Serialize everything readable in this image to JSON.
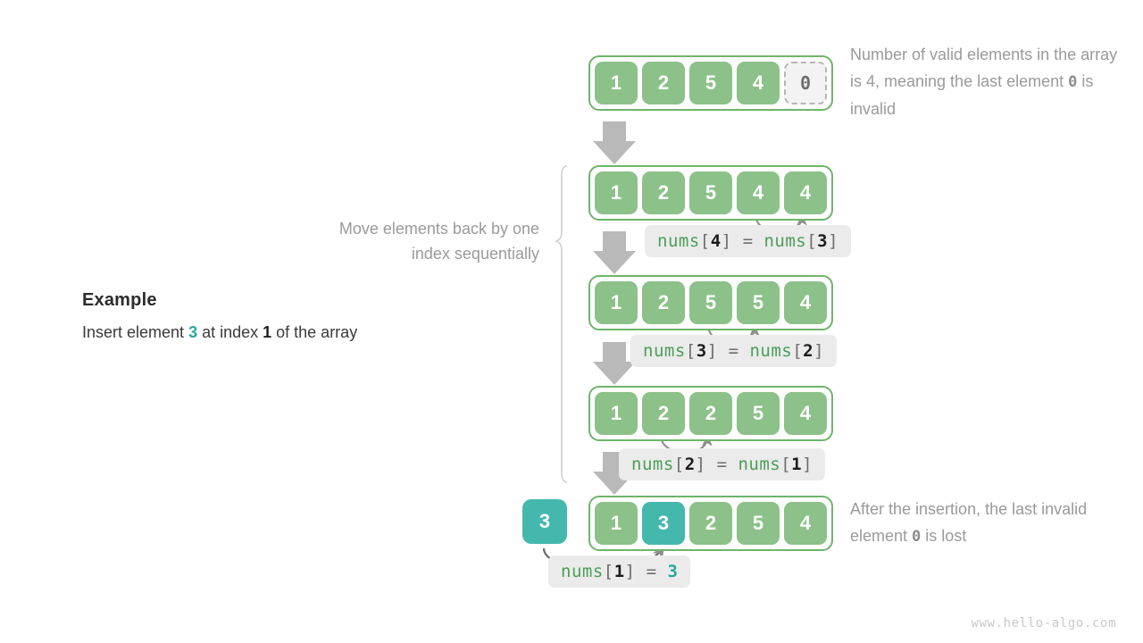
{
  "watermark": "www.hello-algo.com",
  "example": {
    "title": "Example",
    "line_prefix": "Insert element ",
    "value": "3",
    "line_mid": " at index ",
    "index": "1",
    "line_suffix": " of the array"
  },
  "move_note": "Move elements back by one index sequentially",
  "notes": {
    "top_part1": "Number of valid elements in the array is 4, meaning the last element ",
    "top_zero": "0",
    "top_part2": " is invalid",
    "bottom_part1": "After the insertion, the last invalid element ",
    "bottom_zero": "0",
    "bottom_part2": " is lost"
  },
  "standalone_value": "3",
  "colors": {
    "green_cell": "#8cc189",
    "green_border": "#6fb46b",
    "teal": "#45b8ae",
    "gray_arrow": "#b8b8b8",
    "note_text": "#9a9a9a",
    "code_bg": "#ebebeb",
    "code_name": "#4a9e56"
  },
  "rows": [
    {
      "name": "row-initial",
      "cells": [
        {
          "v": "1",
          "state": "valid"
        },
        {
          "v": "2",
          "state": "valid"
        },
        {
          "v": "5",
          "state": "valid"
        },
        {
          "v": "4",
          "state": "valid"
        },
        {
          "v": "0",
          "state": "invalid"
        }
      ]
    },
    {
      "name": "row-shift-4",
      "cells": [
        {
          "v": "1",
          "state": "valid"
        },
        {
          "v": "2",
          "state": "valid"
        },
        {
          "v": "5",
          "state": "valid"
        },
        {
          "v": "4",
          "state": "valid"
        },
        {
          "v": "4",
          "state": "valid"
        }
      ]
    },
    {
      "name": "row-shift-3",
      "cells": [
        {
          "v": "1",
          "state": "valid"
        },
        {
          "v": "2",
          "state": "valid"
        },
        {
          "v": "5",
          "state": "valid"
        },
        {
          "v": "5",
          "state": "valid"
        },
        {
          "v": "4",
          "state": "valid"
        }
      ]
    },
    {
      "name": "row-shift-2",
      "cells": [
        {
          "v": "1",
          "state": "valid"
        },
        {
          "v": "2",
          "state": "valid"
        },
        {
          "v": "2",
          "state": "valid"
        },
        {
          "v": "5",
          "state": "valid"
        },
        {
          "v": "4",
          "state": "valid"
        }
      ]
    },
    {
      "name": "row-final",
      "cells": [
        {
          "v": "1",
          "state": "valid"
        },
        {
          "v": "3",
          "state": "inserted"
        },
        {
          "v": "2",
          "state": "valid"
        },
        {
          "v": "5",
          "state": "valid"
        },
        {
          "v": "4",
          "state": "valid"
        }
      ]
    }
  ],
  "code_labels": [
    {
      "name": "code-nums4",
      "lhs_name": "nums",
      "lhs_idx": "4",
      "eq": "=",
      "rhs_name": "nums",
      "rhs_idx": "3",
      "rhs_kind": "array"
    },
    {
      "name": "code-nums3",
      "lhs_name": "nums",
      "lhs_idx": "3",
      "eq": "=",
      "rhs_name": "nums",
      "rhs_idx": "2",
      "rhs_kind": "array"
    },
    {
      "name": "code-nums2",
      "lhs_name": "nums",
      "lhs_idx": "2",
      "eq": "=",
      "rhs_name": "nums",
      "rhs_idx": "1",
      "rhs_kind": "array"
    },
    {
      "name": "code-nums1",
      "lhs_name": "nums",
      "lhs_idx": "1",
      "eq": "=",
      "rhs_value": "3",
      "rhs_kind": "value"
    }
  ]
}
